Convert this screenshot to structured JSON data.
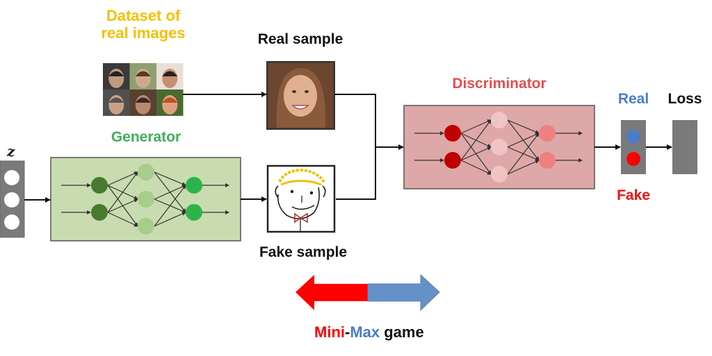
{
  "labels": {
    "dataset": "Dataset of\nreal images",
    "real_sample": "Real sample",
    "fake_sample": "Fake sample",
    "generator": "Generator",
    "discriminator": "Discriminator",
    "z": "z",
    "real": "Real",
    "fake": "Fake",
    "loss": "Loss"
  },
  "minimax": {
    "mini": "Mini",
    "dash": "-",
    "max": "Max",
    "game": " game"
  },
  "colors": {
    "dataset_label": "#f5c000",
    "generator_label": "#3bb05a",
    "discriminator_label": "#e05050",
    "real_label": "#4a7cc7",
    "fake_label": "#ee1111",
    "generator_box": "#c8dcb0",
    "discriminator_box": "#dea8a8",
    "gray_box": "#7a7a7a",
    "arrow_red": "#ff0000",
    "arrow_blue": "#6690c8"
  },
  "faces": {
    "grid": [
      [
        "#c09a80",
        "#d0a890",
        "#c69070"
      ],
      [
        "#c8a088",
        "#b88a70",
        "#e0a080"
      ]
    ],
    "real_sample_face": "#e0b090"
  }
}
